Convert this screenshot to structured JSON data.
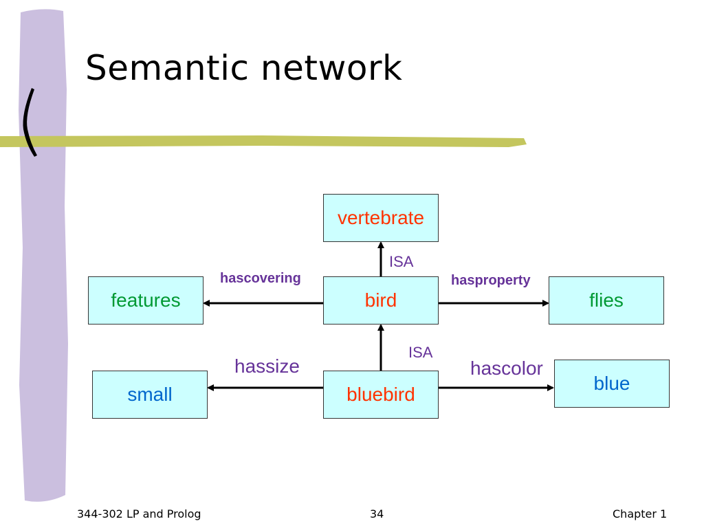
{
  "slide": {
    "title": "Semantic network",
    "footer_left": "344-302 LP and Prolog",
    "page_number": "34",
    "footer_right": "Chapter 1"
  },
  "colors": {
    "side_bar": "#cbbfdf",
    "title_stripe": "#c4c65e",
    "node_fill": "#ccffff",
    "edge_label": "#663399",
    "node_red": "#ff3300",
    "node_green": "#009933",
    "node_blue": "#0066cc"
  },
  "nodes": {
    "vertebrate": "vertebrate",
    "features": "features",
    "bird": "bird",
    "flies": "flies",
    "small": "small",
    "bluebird": "bluebird",
    "blue": "blue"
  },
  "edges": {
    "bird_isa": "ISA",
    "hascovering": "hascovering",
    "hasproperty": "hasproperty",
    "bluebird_isa": "ISA",
    "hassize": "hassize",
    "hascolor": "hascolor"
  }
}
